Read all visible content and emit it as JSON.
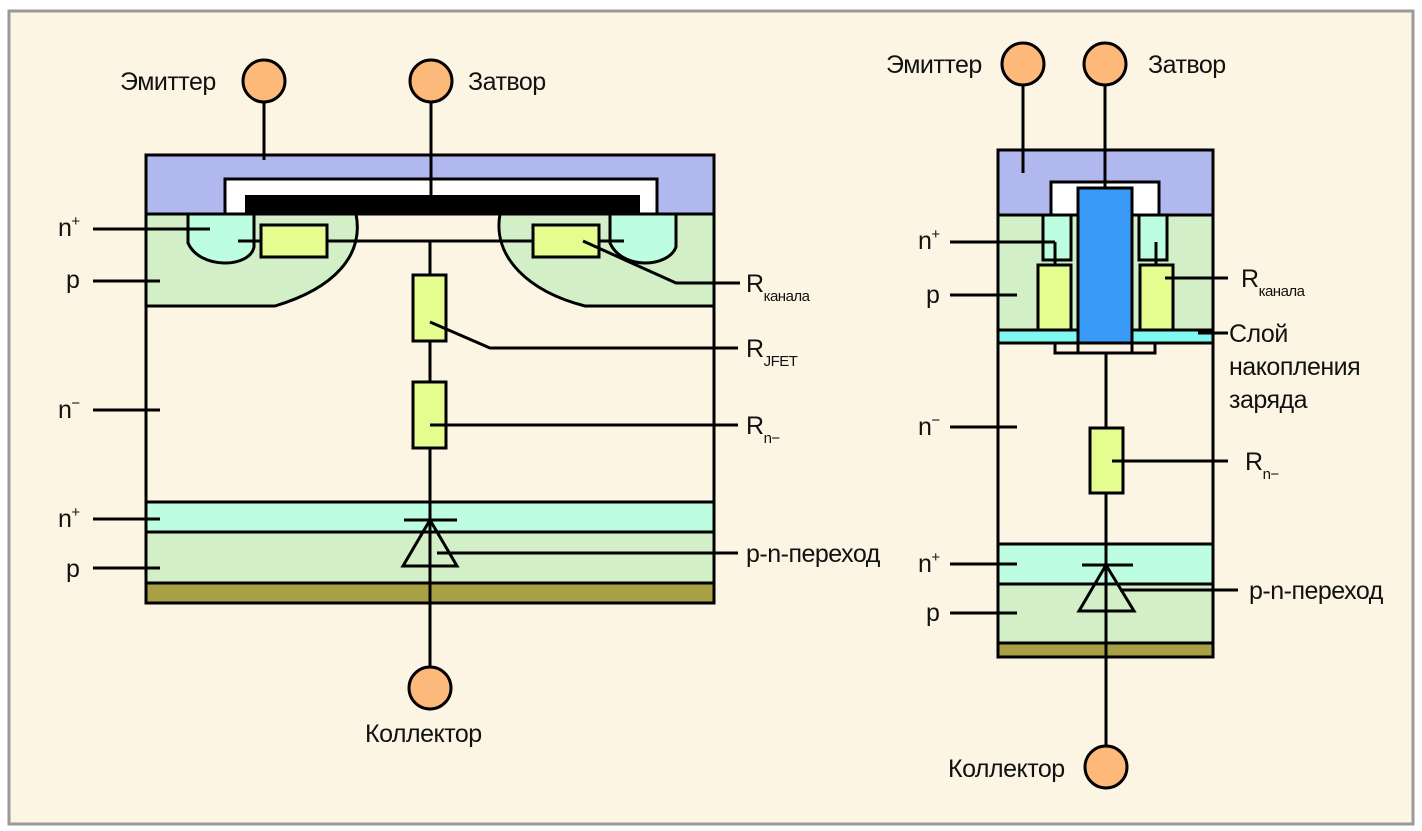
{
  "colors": {
    "background": "#fdf5e3",
    "metal": "#b0b8ee",
    "oxide": "#ffffff",
    "gate_planar": "#000000",
    "gate_trench": "#3a9af8",
    "n_plus": "#bdfde0",
    "p_region": "#d2efc7",
    "resistor": "#e4fd8e",
    "accumulation_layer": "#7ff8ef",
    "collector_metal": "#a7a045",
    "terminal": "#fdb97a"
  },
  "planar": {
    "emitter": "Эмиттер",
    "gate": "Затвор",
    "collector": "Коллектор",
    "n_plus_top": "n",
    "n_plus_top_sup": "+",
    "p_top": "p",
    "n_minus": "n",
    "n_minus_sup": "−",
    "n_plus_bottom": "n",
    "n_plus_bottom_sup": "+",
    "p_bottom": "p",
    "r_channel": "R",
    "r_channel_sub": "канала",
    "r_jfet": "R",
    "r_jfet_sub": "JFET",
    "r_n": "R",
    "r_n_sub": "n−",
    "pn_junction": "p-n-переход"
  },
  "trench": {
    "emitter": "Эмиттер",
    "gate": "Затвор",
    "collector": "Коллектор",
    "n_plus_top": "n",
    "n_plus_top_sup": "+",
    "p_top": "p",
    "n_minus": "n",
    "n_minus_sup": "−",
    "n_plus_bottom": "n",
    "n_plus_bottom_sup": "+",
    "p_bottom": "p",
    "r_channel": "R",
    "r_channel_sub": "канала",
    "accumulation_line1": "Слой",
    "accumulation_line2": "накопления",
    "accumulation_line3": "заряда",
    "r_n": "R",
    "r_n_sub": "n−",
    "pn_junction": "p-n-переход"
  }
}
